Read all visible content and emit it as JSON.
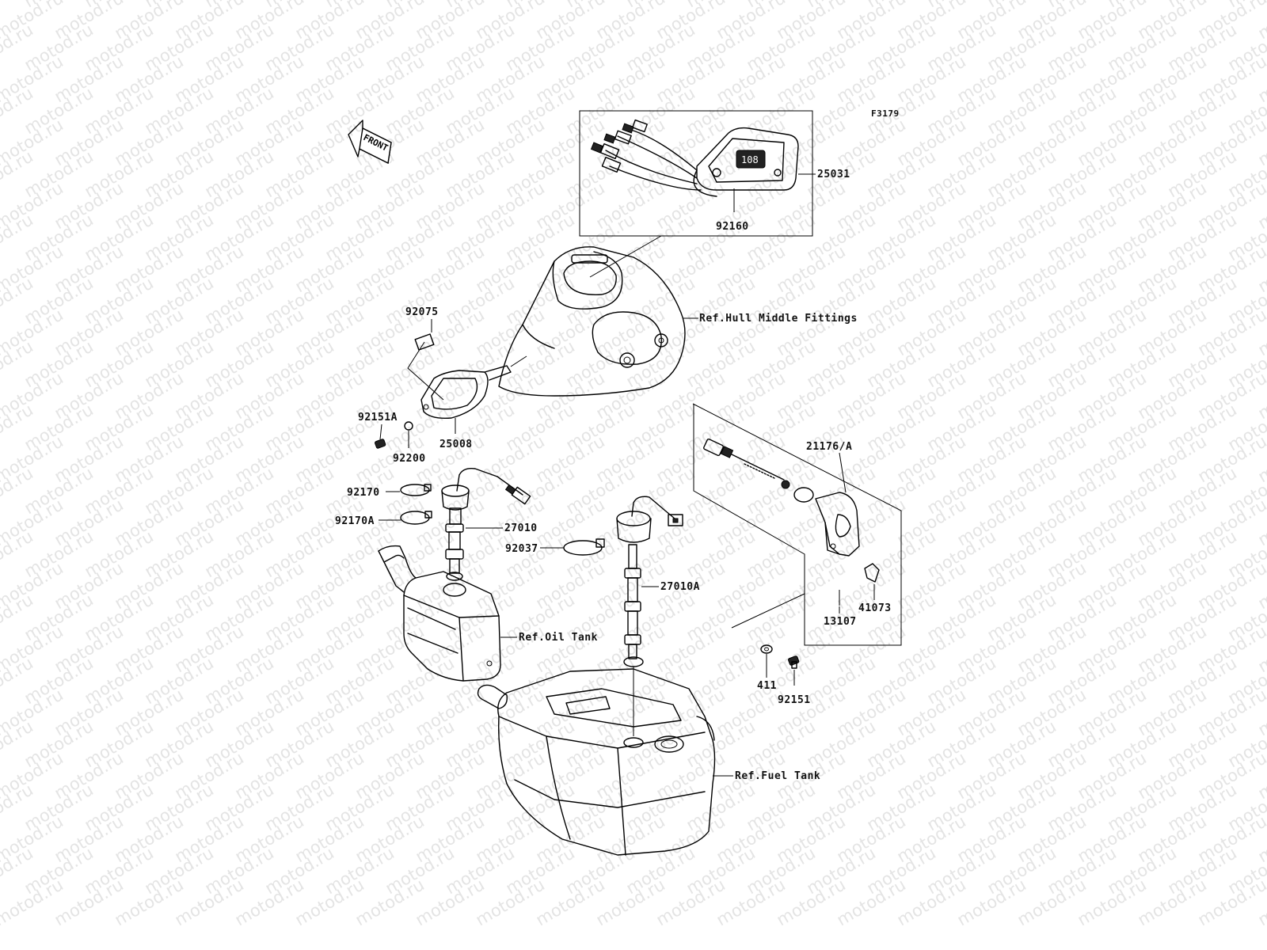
{
  "diagram": {
    "code": "F3179",
    "watermark": "motod.ru",
    "front_label": "FRONT"
  },
  "callouts": {
    "p25031": "25031",
    "p92160": "92160",
    "hull_ref": "Ref.Hull Middle Fittings",
    "p92075": "92075",
    "p92151A": "92151A",
    "p25008": "25008",
    "p92200": "92200",
    "p21176A": "21176/A",
    "p92170": "92170",
    "p92170A": "92170A",
    "p27010": "27010",
    "p92037": "92037",
    "p27010A": "27010A",
    "oil_ref": "Ref.Oil Tank",
    "p41073": "41073",
    "p13107": "13107",
    "p411": "411",
    "p92151": "92151",
    "fuel_ref": "Ref.Fuel Tank"
  }
}
